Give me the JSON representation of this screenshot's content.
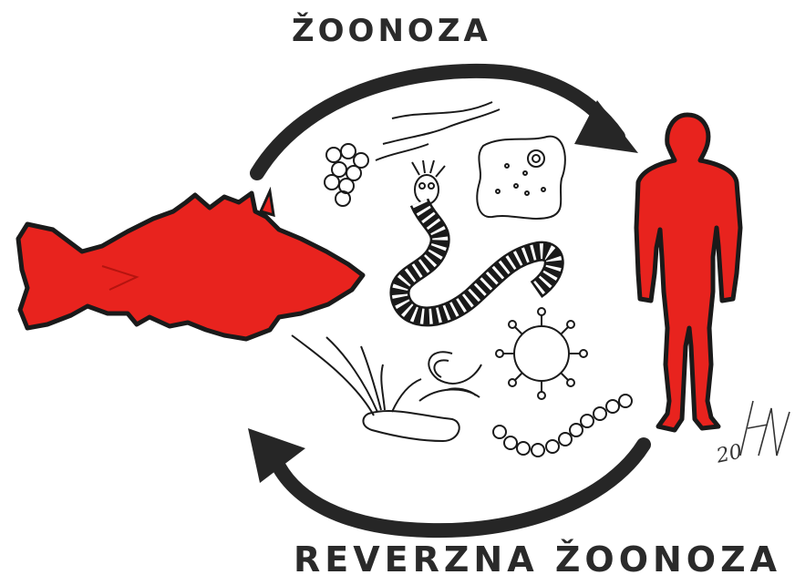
{
  "diagram": {
    "top_label": "ŽOONOZA",
    "bottom_label": "REVERZNA ŽOONOZA",
    "signature": "20",
    "colors": {
      "fill_red": "#e8231e",
      "outline": "#1a1a1a",
      "arrow": "#262626"
    },
    "nodes": [
      "fish",
      "human"
    ],
    "pathogens": [
      "bacteria-cluster",
      "nematode-thin",
      "amoeba",
      "tapeworm",
      "filaria",
      "virus",
      "trichomonad",
      "bead-chain"
    ]
  }
}
